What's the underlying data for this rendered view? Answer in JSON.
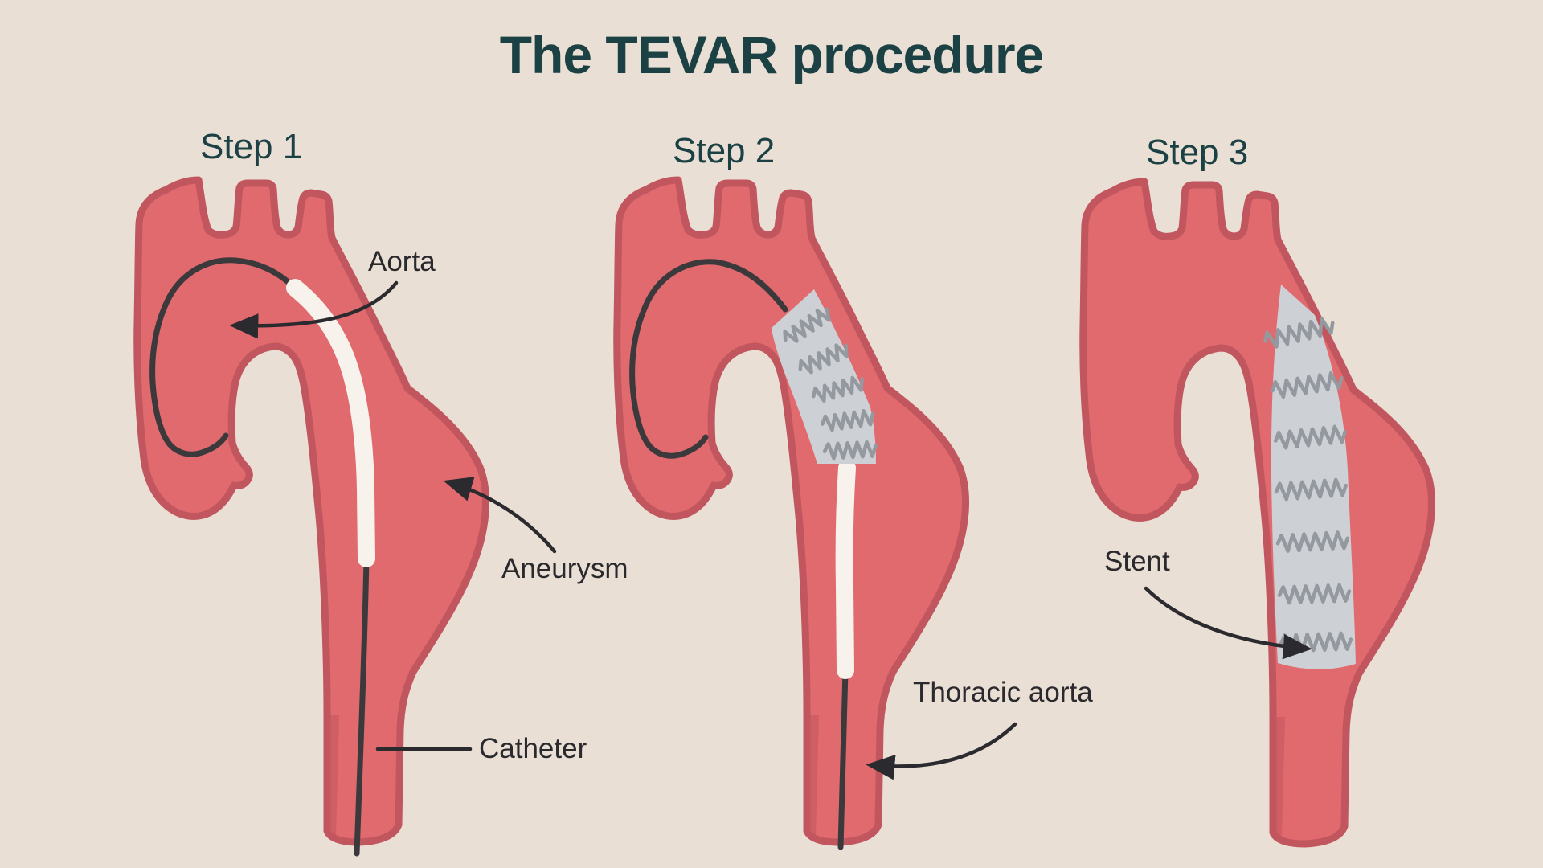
{
  "title": "The TEVAR procedure",
  "steps": [
    {
      "label": "Step 1"
    },
    {
      "label": "Step 2"
    },
    {
      "label": "Step 3"
    }
  ],
  "annotations": {
    "aorta": "Aorta",
    "aneurysm": "Aneurysm",
    "catheter": "Catheter",
    "thoracic_aorta": "Thoracic aorta",
    "stent": "Stent"
  },
  "colors": {
    "background": "#eadfd5",
    "aorta_fill": "#e06a6e",
    "aorta_outline": "#c2565f",
    "catheter_white": "#f7f2ec",
    "wire_dark": "#3b393c",
    "stent_fill": "#cdd0d4",
    "stent_coil": "#94989f",
    "title_teal": "#1c4144",
    "label_dark": "#2a292d",
    "arrow_dark": "#2b2a2e"
  }
}
